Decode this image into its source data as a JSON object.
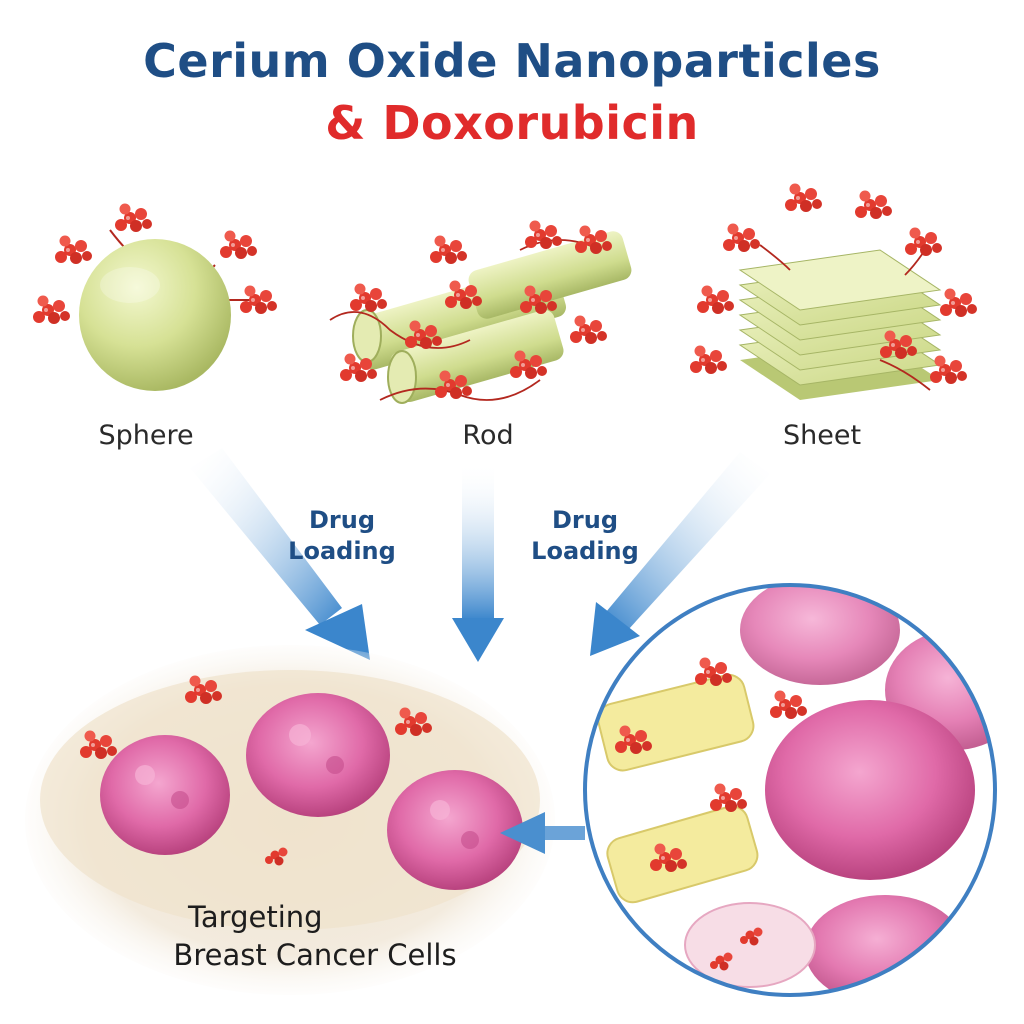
{
  "title": {
    "line1": "Cerium Oxide Nanoparticles",
    "line2": "& Doxorubicin",
    "line1_color": "#1f4e85",
    "line2_color": "#e02b2b"
  },
  "shapes": [
    {
      "label": "Sphere"
    },
    {
      "label": "Rod"
    },
    {
      "label": "Sheet"
    }
  ],
  "steps": [
    {
      "line1": "Drug",
      "line2": "Loading"
    },
    {
      "line1": "Drug",
      "line2": "Loading"
    }
  ],
  "target": {
    "line1": "Targeting",
    "line2": "Breast Cancer Cells"
  },
  "colors": {
    "nanoparticle": "#d8e39a",
    "drug": "#e23a2e",
    "cancer_cell": "#e06aa8",
    "arrow": "#4a8fcf",
    "circle_border": "#3f7fc2"
  }
}
